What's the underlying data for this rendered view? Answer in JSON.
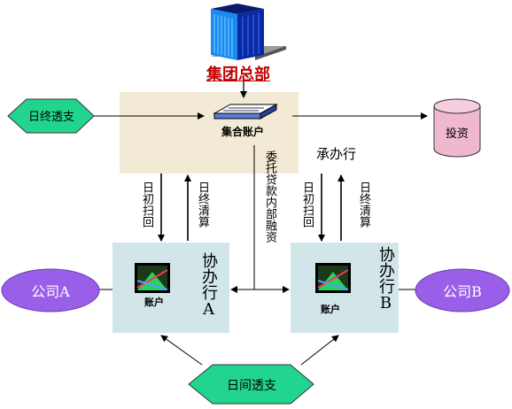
{
  "headquarters": {
    "label": "集团总部",
    "icon": "building-icon",
    "color": "#c00000"
  },
  "center_box": {
    "account_label": "集合账户",
    "bank_label": "承办行",
    "icon": "server-icon",
    "fill": "#f2ead4"
  },
  "overdraft_in": "日终透支",
  "investment": "投资",
  "left_flows": {
    "down": "日初扫回",
    "up": "日终清算"
  },
  "right_flows": {
    "down": "日初扫回",
    "up": "日终清算"
  },
  "entrusted_loan": "委托贷款内部融资",
  "bank_a": {
    "name": "协办行A",
    "account_label": "账户",
    "icon": "account-screen-icon"
  },
  "bank_b": {
    "name": "协办行B",
    "account_label": "账户",
    "icon": "account-screen-icon"
  },
  "company_a": "公司A",
  "company_b": "公司B",
  "intraday_overdraft": "日间透支",
  "colors": {
    "hexagon_fill": "#22d58e",
    "company_fill": "#9a5fe8",
    "investment_fill": "#f0b8cf",
    "sub_bank_fill": "#d2e6ea"
  }
}
